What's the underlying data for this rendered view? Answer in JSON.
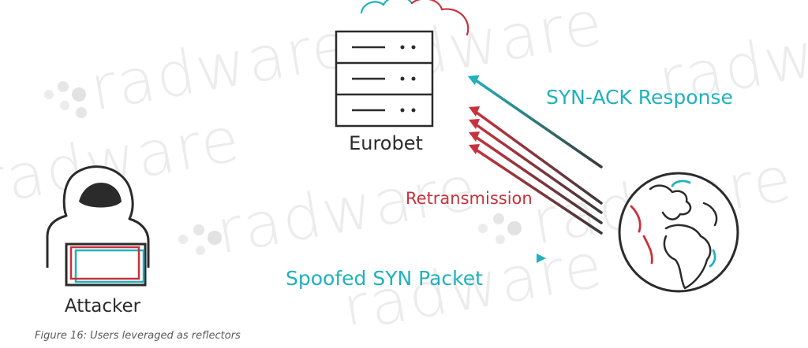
{
  "diagram": {
    "server_label": "Eurobet",
    "attacker_label": "Attacker",
    "synack_label": "SYN-ACK Response",
    "retrans_label": "Retransmission",
    "spoofed_label": "Spoofed SYN Packet",
    "watermark_text": "radware"
  },
  "colors": {
    "teal": "#1fb2bc",
    "red": "#c8323c",
    "dark": "#2b2b2b",
    "watermark": "#ececec"
  },
  "caption": "Figure 16: Users leveraged as reflectors"
}
